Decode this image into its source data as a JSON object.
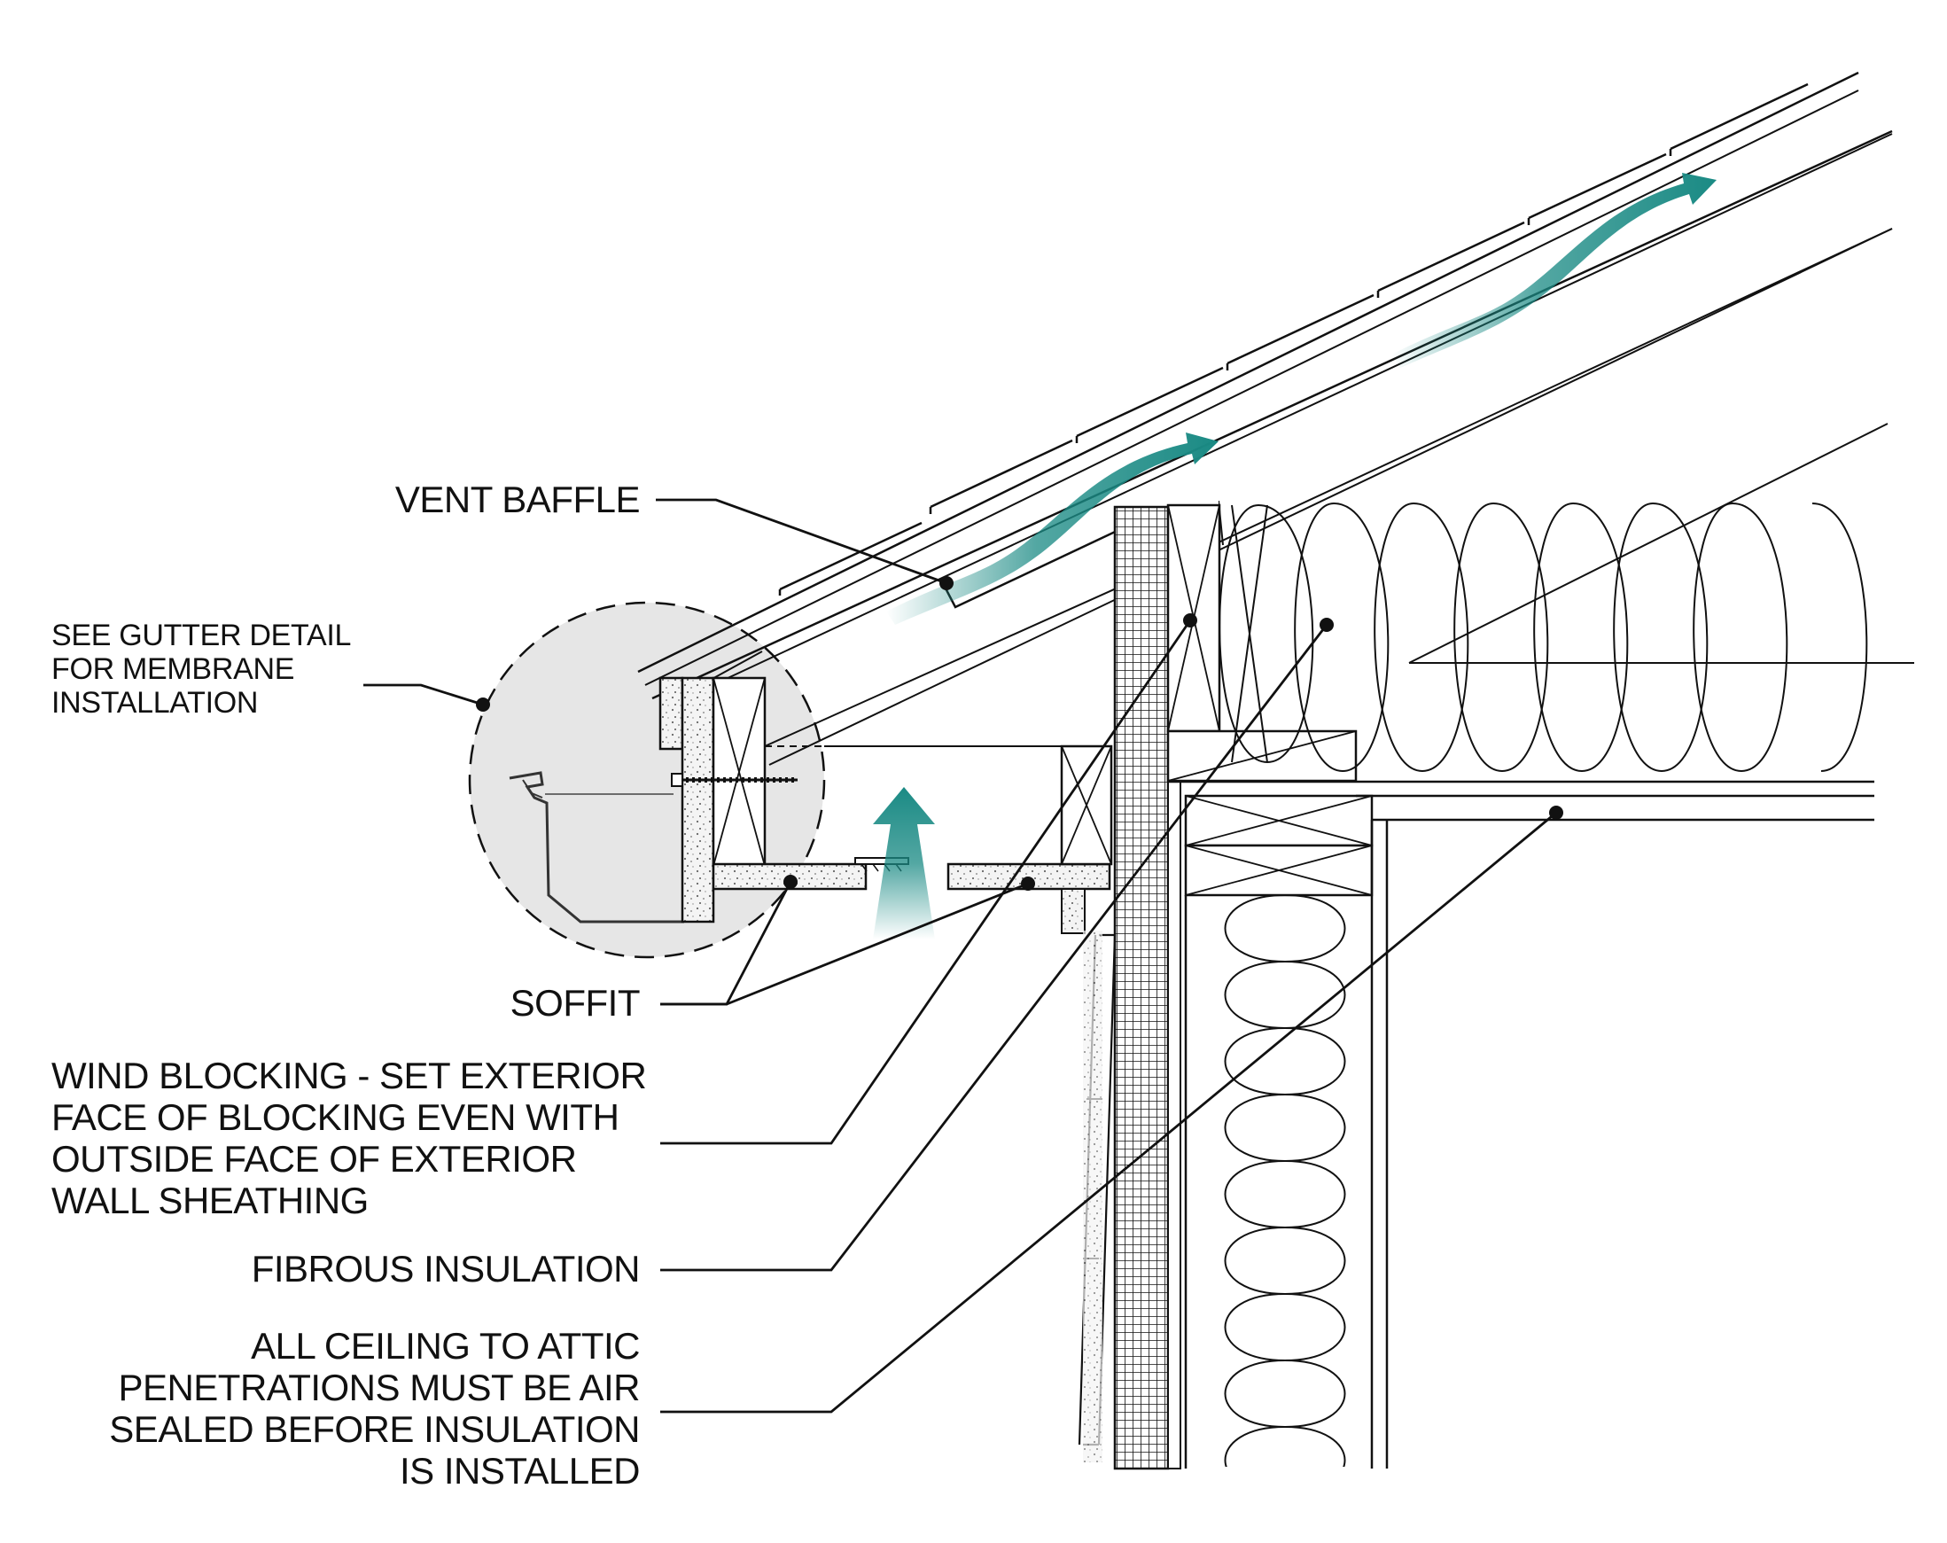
{
  "labels": {
    "vent_baffle": "VENT BAFFLE",
    "gutter_detail": "SEE GUTTER DETAIL\nFOR MEMBRANE\nINSTALLATION",
    "soffit": "SOFFIT",
    "wind_blocking": "WIND BLOCKING - SET EXTERIOR\nFACE OF BLOCKING EVEN WITH\nOUTSIDE FACE OF EXTERIOR\nWALL SHEATHING",
    "fibrous_insulation": "FIBROUS INSULATION",
    "air_sealing": "ALL CEILING TO ATTIC\nPENETRATIONS MUST BE AIR\nSEALED BEFORE INSULATION\nIS INSTALLED"
  },
  "colors": {
    "line": "#111111",
    "airflow_arrow": "#1a8a84",
    "gutter_circle_fill": "#e6e6e6",
    "sheathing_stipple": "#cfcfcf"
  },
  "icons": {
    "airflow": "airflow-arrow-icon",
    "leader_dot": "leader-dot-icon"
  }
}
